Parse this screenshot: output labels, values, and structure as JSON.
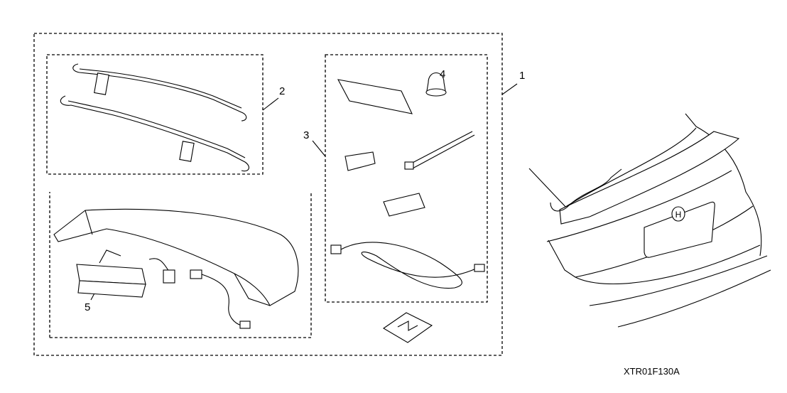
{
  "callouts": {
    "c1": "1",
    "c2": "2",
    "c3": "3",
    "c4": "4",
    "c5": "5"
  },
  "caption": "XTR01F130A",
  "logo_text": "H"
}
